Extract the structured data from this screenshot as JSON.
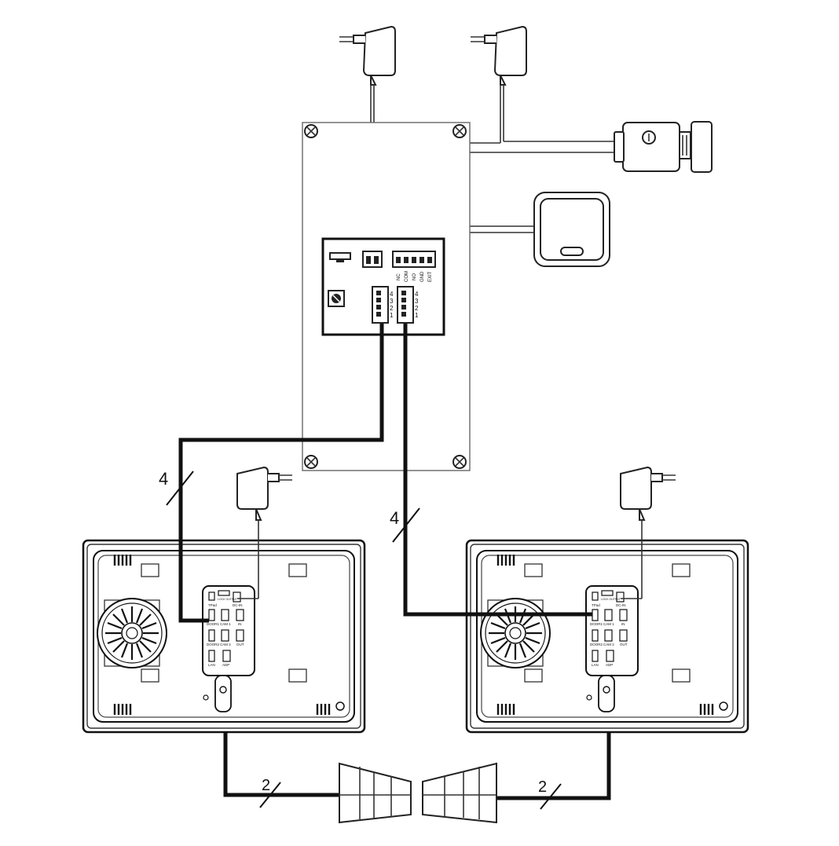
{
  "wire_counts": {
    "left_monitor_bus": "4",
    "right_monitor_bus": "4",
    "left_interlink": "2",
    "right_interlink": "2"
  },
  "door_station_terminals": {
    "lock_labels": [
      "NC",
      "COM",
      "NO",
      "GND",
      "EXIT"
    ],
    "bus_pins_left": [
      "4",
      "3",
      "2",
      "1"
    ],
    "bus_pins_right": [
      "4",
      "3",
      "2",
      "1"
    ]
  },
  "monitor_ports": {
    "tpad": "TPad",
    "lock_output": "LOCK OUTPUT",
    "dc_in": "DC-IN",
    "door1": "DOOR1",
    "cam1": "CAM 1",
    "in": "IN",
    "door2": "DOOR2",
    "cam2": "CAM 2",
    "out": "OUT",
    "lan": "LAN",
    "adp": "ADP"
  }
}
